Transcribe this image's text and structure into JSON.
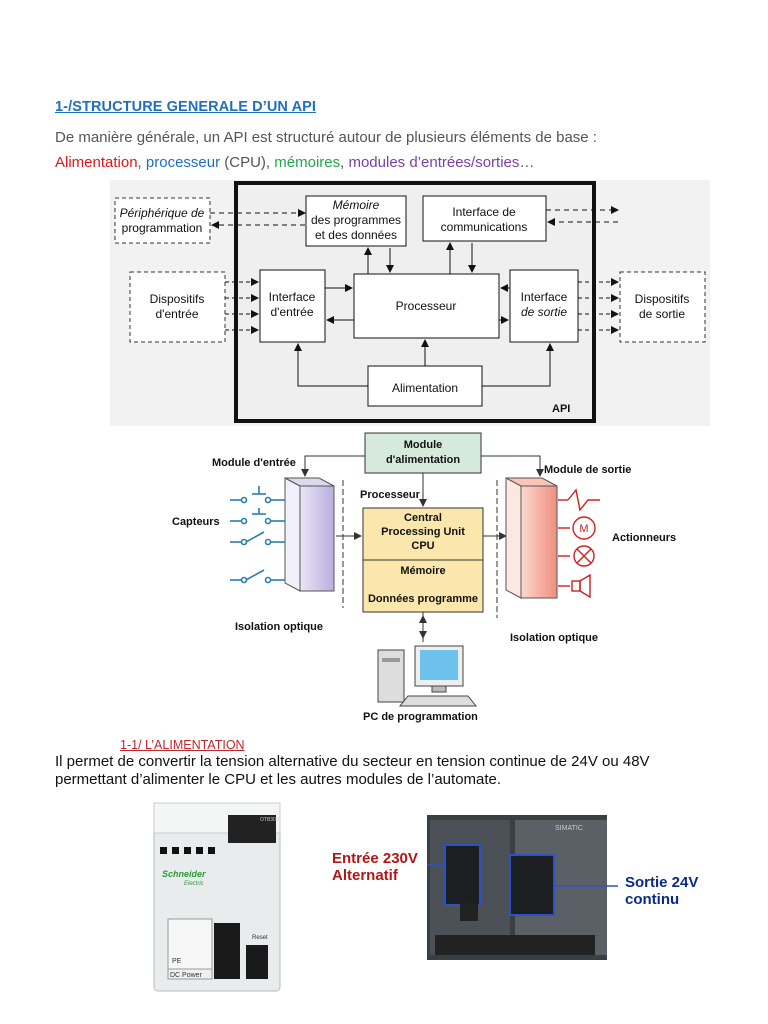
{
  "section_title": "1-/STRUCTURE GENERALE D’UN API",
  "intro": "De manière générale, un API est structuré autour de plusieurs éléments de base :",
  "elements": {
    "alimentation": "Alimentation",
    "sep1": ", ",
    "processeur": "processeur",
    "cpu": " (CPU), ",
    "memoires": "mémoires",
    "sep2": ", ",
    "modules": "modules d’entrées/sorties",
    "ellipsis": "…"
  },
  "diagram1": {
    "peripherique": [
      "Périphérique de",
      "programmation"
    ],
    "memoire": [
      "Mémoire",
      "des programmes",
      "et des données"
    ],
    "interface_comm": [
      "Interface de",
      "communications"
    ],
    "dispositifs_entree": [
      "Dispositifs",
      "d'entrée"
    ],
    "interface_entree": [
      "Interface",
      "d'entrée"
    ],
    "processeur": "Processeur",
    "interface_sortie": [
      "Interface",
      "de sortie"
    ],
    "dispositifs_sortie": [
      "Dispositifs",
      "de sortie"
    ],
    "alimentation": "Alimentation",
    "api": "API"
  },
  "diagram2": {
    "module_alimentation": [
      "Module",
      "d'alimentation"
    ],
    "module_entree": "Module d'entrée",
    "module_sortie": "Module de sortie",
    "processeur": "Processeur",
    "capteurs": "Capteurs",
    "cpu": [
      "Central",
      "Processing Unit",
      "CPU"
    ],
    "memoire": "Mémoire",
    "donnees": "Données programme",
    "actionneurs": "Actionneurs",
    "isolation_left": "Isolation optique",
    "isolation_right": "Isolation optique",
    "pc": "PC de programmation",
    "motor_symbol": "M"
  },
  "subsection_title": "1-1/ L’ALIMENTATION",
  "paragraph": [
    "Il permet de convertir la tension alternative du secteur en tension continue de 24V ou 48V",
    "permettant d’alimenter le CPU et les autres modules de l’automate."
  ],
  "photo1": {
    "brand": "Schneider",
    "brand2": "Electric",
    "label": "DC Power",
    "pe": "PE",
    "reset": "Reset",
    "part": "OTB300"
  },
  "photo2": {
    "entree": [
      "Entrée 230V",
      "Alternatif"
    ],
    "sortie": [
      "Sortie 24V",
      "continu"
    ],
    "tag": "SIMATIC"
  },
  "colors": {
    "title_blue": "#1f6fc0",
    "red": "#e3151a",
    "green": "#22a64a",
    "purple": "#7a3fa8",
    "subtitle_red": "#c0262d",
    "photo2_red": "#b01818",
    "photo2_blue": "#0a2a8a"
  }
}
